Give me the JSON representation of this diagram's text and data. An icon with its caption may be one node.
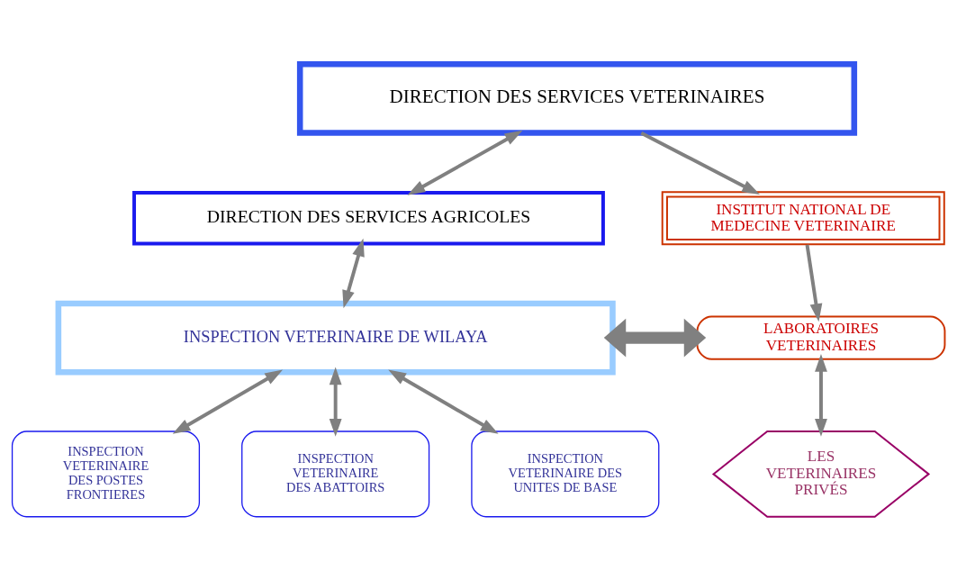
{
  "diagram": {
    "nodes": [
      {
        "text": [
          "DIRECTION DES SERVICES VETERINAIRES"
        ]
      },
      {
        "text": [
          "DIRECTION DES SERVICES AGRICOLES"
        ]
      },
      {
        "text": [
          "INSTITUT NATIONAL DE MEDECINE VETERINAIRE"
        ]
      },
      {
        "text": [
          "INSPECTION VETERINAIRE DE WILAYA"
        ]
      },
      {
        "text": [
          "LABORATOIRES VETERINAIRES"
        ]
      },
      {
        "text": [
          "INSPECTION VETERINAIRE DES POSTES FRONTIERES"
        ]
      },
      {
        "text": [
          "INSPECTION VETERINAIRE DES ABATTOIRS"
        ]
      },
      {
        "text": [
          "INSPECTION VETERINAIRE DES UNITES DE BASE"
        ]
      },
      {
        "text": [
          "LES VETERINAIRES PRIVÉS"
        ]
      }
    ],
    "edges": [
      {
        "from": 0,
        "to": 1,
        "arrow": "both"
      },
      {
        "from": 0,
        "to": 2,
        "arrow": "to"
      },
      {
        "from": 1,
        "to": 3,
        "arrow": "both"
      },
      {
        "from": 2,
        "to": 4,
        "arrow": "to"
      },
      {
        "from": 3,
        "to": 4,
        "arrow": "both",
        "style": "thick"
      },
      {
        "from": 3,
        "to": 5,
        "arrow": "both"
      },
      {
        "from": 3,
        "to": 6,
        "arrow": "both"
      },
      {
        "from": 3,
        "to": 7,
        "arrow": "both"
      },
      {
        "from": 4,
        "to": 8,
        "arrow": "both"
      }
    ]
  }
}
